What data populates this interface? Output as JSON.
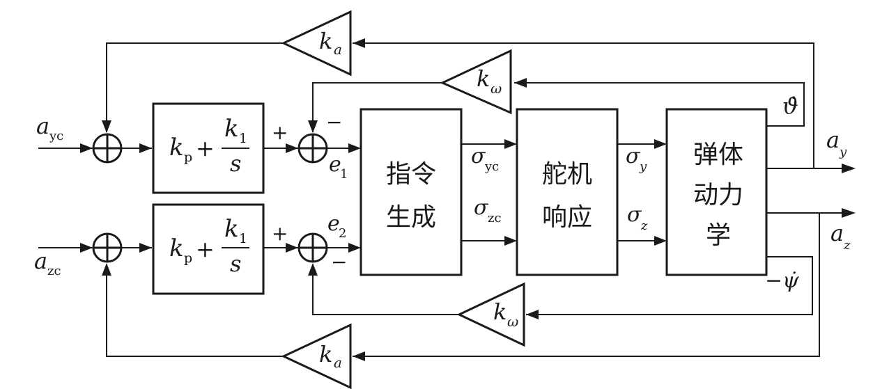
{
  "inputs": {
    "ayc": {
      "main": "a",
      "sub": "yc"
    },
    "azc": {
      "main": "a",
      "sub": "zc"
    }
  },
  "outputs": {
    "ay": {
      "main": "a",
      "sub": "y"
    },
    "az": {
      "main": "a",
      "sub": "z"
    }
  },
  "pi_block": {
    "kp": "k",
    "kp_sub": "p",
    "plus": "+",
    "ki": "k",
    "ki_sub": "1",
    "s": "s"
  },
  "gains": {
    "ka": {
      "main": "k",
      "sub": "a"
    },
    "kw": {
      "main": "k",
      "sub": "ω"
    }
  },
  "blocks": {
    "command": {
      "line1": "指令",
      "line2": "生成"
    },
    "actuator": {
      "line1": "舵机",
      "line2": "响应"
    },
    "dynamics": {
      "line1": "弹体",
      "line2": "动力",
      "line3": "学"
    }
  },
  "signals": {
    "e1": {
      "main": "e",
      "sub": "1"
    },
    "e2": {
      "main": "e",
      "sub": "2"
    },
    "sigma_yc": {
      "main": "σ",
      "sub": "yc"
    },
    "sigma_zc": {
      "main": "σ",
      "sub": "zc"
    },
    "sigma_y": {
      "main": "σ",
      "sub": "y"
    },
    "sigma_z": {
      "main": "σ",
      "sub": "z"
    },
    "theta_dot": "ϑ̇",
    "neg_psi_dot": "−ψ̇"
  },
  "signs": {
    "plus": "+",
    "minus": "−"
  }
}
